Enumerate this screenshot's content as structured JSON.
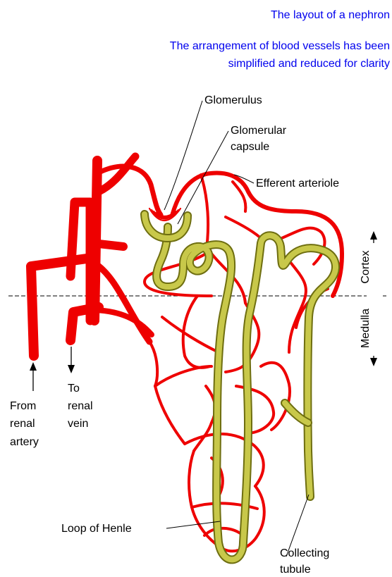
{
  "header": {
    "title": "The layout of a nephron",
    "note_line1": "The arrangement of blood vessels has been",
    "note_line2": "simplified and reduced for clarity"
  },
  "labels": {
    "glomerulus": "Glomerulus",
    "capsule_line1": "Glomerular",
    "capsule_line2": "capsule",
    "efferent": "Efferent arteriole",
    "loop": "Loop of Henle",
    "collecting_line1": "Collecting",
    "collecting_line2": "tubule",
    "from_line1": "From",
    "from_line2": "renal",
    "from_line3": "artery",
    "to_line1": "To",
    "to_line2": "renal",
    "to_line3": "vein"
  },
  "regions": {
    "cortex": "Cortex",
    "medulla": "Medulla"
  },
  "colors": {
    "blood_vessel": "#ee0000",
    "tubule": "#c8c84a",
    "tubule_outline": "#6e6e10",
    "title": "#0000ee"
  }
}
